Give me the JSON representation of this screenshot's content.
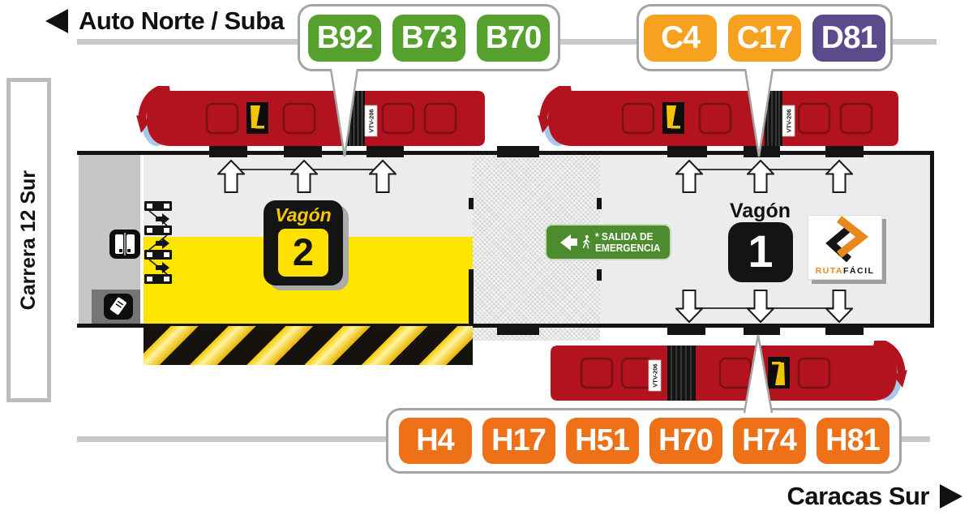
{
  "header": {
    "destination": "Auto Norte / Suba"
  },
  "footer": {
    "destination": "Caracas Sur"
  },
  "street": {
    "name": "Carrera 12 Sur"
  },
  "station": {
    "wagon2": {
      "label": "Vagón",
      "number": "2"
    },
    "wagon1": {
      "label": "Vagón",
      "number": "1"
    },
    "emergency_sign": {
      "line1": "* SALIDA DE",
      "line2": "EMERGENCIA"
    },
    "ruta_facil_logo": {
      "word1": "RUTA",
      "word2": "FÁCIL"
    }
  },
  "buses": {
    "id_label": "VTV-206"
  },
  "callouts": {
    "north_left": {
      "routes": [
        {
          "label": "B92",
          "color": "#56A02E"
        },
        {
          "label": "B73",
          "color": "#56A02E"
        },
        {
          "label": "B70",
          "color": "#56A02E"
        }
      ]
    },
    "north_right": {
      "routes": [
        {
          "label": "C4",
          "color": "#F6A11F"
        },
        {
          "label": "C17",
          "color": "#F6A11F"
        },
        {
          "label": "D81",
          "color": "#5B4A8C"
        }
      ]
    },
    "south": {
      "routes": [
        {
          "label": "H4",
          "color": "#EE7118"
        },
        {
          "label": "H17",
          "color": "#EE7118"
        },
        {
          "label": "H51",
          "color": "#EE7118"
        },
        {
          "label": "H70",
          "color": "#EE7118"
        },
        {
          "label": "H74",
          "color": "#EE7118"
        },
        {
          "label": "H81",
          "color": "#EE7118"
        }
      ]
    }
  },
  "colors": {
    "bus_red": "#B2131E",
    "platform_yellow": "#FFE600",
    "platform_gray": "#ECECEC",
    "emergency_green": "#4C8C2E",
    "track_gray": "#C9C9C9"
  }
}
